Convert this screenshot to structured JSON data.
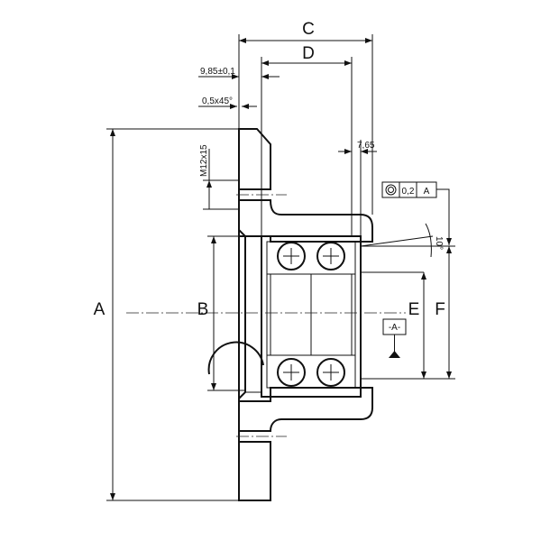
{
  "title": "Wheel hub bearing unit - dimension drawing",
  "dimensions": {
    "A": "A",
    "B": "B",
    "C": "C",
    "D": "D",
    "E": "E",
    "F": "F"
  },
  "annotations": {
    "flange_offset": "9,85±0,1",
    "chamfer": "0,5x45°",
    "thread": "M12x15",
    "seal_offset": "7,65",
    "angle": "10°",
    "tolerance_value": "0,2",
    "tolerance_datum": "A",
    "datum_label": "-A-"
  },
  "colors": {
    "line": "#111111",
    "background": "#ffffff"
  }
}
